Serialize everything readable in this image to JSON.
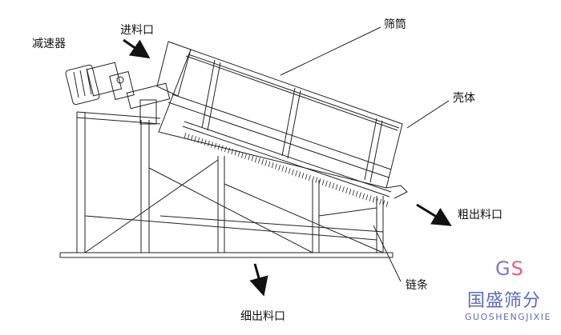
{
  "labels": {
    "reducer": "减速器",
    "feed_inlet": "进料口",
    "screen_drum": "筛筒",
    "housing": "壳体",
    "coarse_outlet": "粗出料口",
    "chain": "链条",
    "fine_outlet": "细出料口"
  },
  "brand": {
    "gs_g": "G",
    "gs_s": "S",
    "name_cn": "国盛筛分",
    "name_en": "GUOSHENGJIXIE"
  },
  "colors": {
    "line": "#222222",
    "brand_blue": "#5a6cc4",
    "brand_pink": "#e0607a"
  }
}
